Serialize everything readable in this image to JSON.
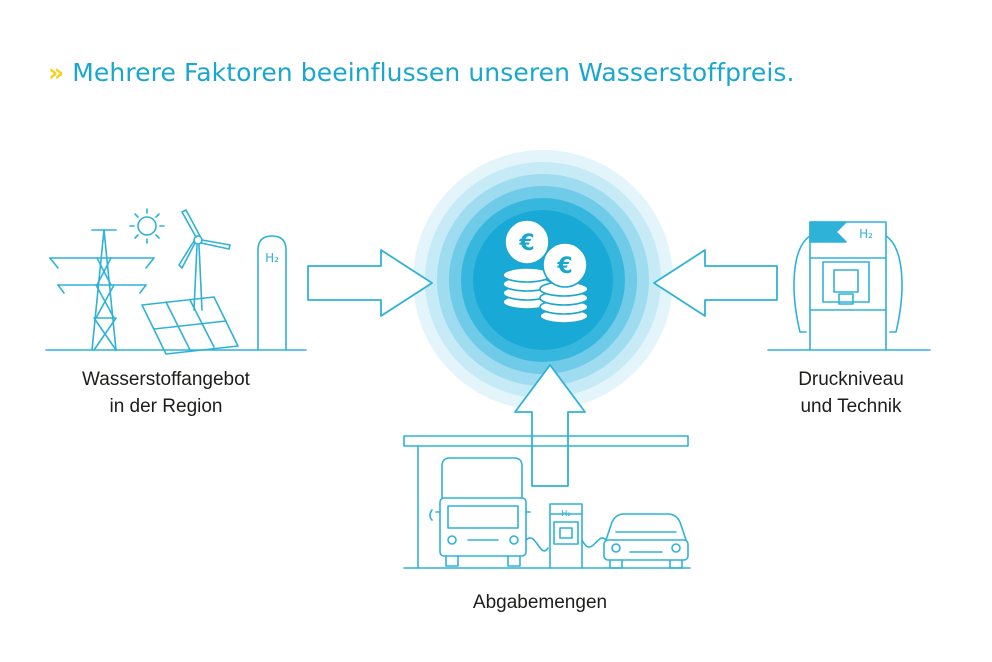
{
  "title": {
    "chevron": "»",
    "text": "Mehrere Faktoren beeinflussen unseren Wasserstoffpreis."
  },
  "factors": [
    {
      "line1": "Wasserstoffangebot",
      "line2": "in der Region"
    },
    {
      "line1": "Druckniveau",
      "line2": "und Technik"
    },
    {
      "line1": "Abgabemengen",
      "line2": ""
    }
  ],
  "center": {
    "symbol": "€",
    "icon": "euro-coins-icon"
  },
  "h2_marks": {
    "tank": "H₂",
    "pump": "H₂",
    "station": "H₂"
  },
  "colors": {
    "accent": "#1aa7cf",
    "chevron": "#f2d21b",
    "stroke": "#2fb2d8",
    "text": "#1d1d1b"
  }
}
